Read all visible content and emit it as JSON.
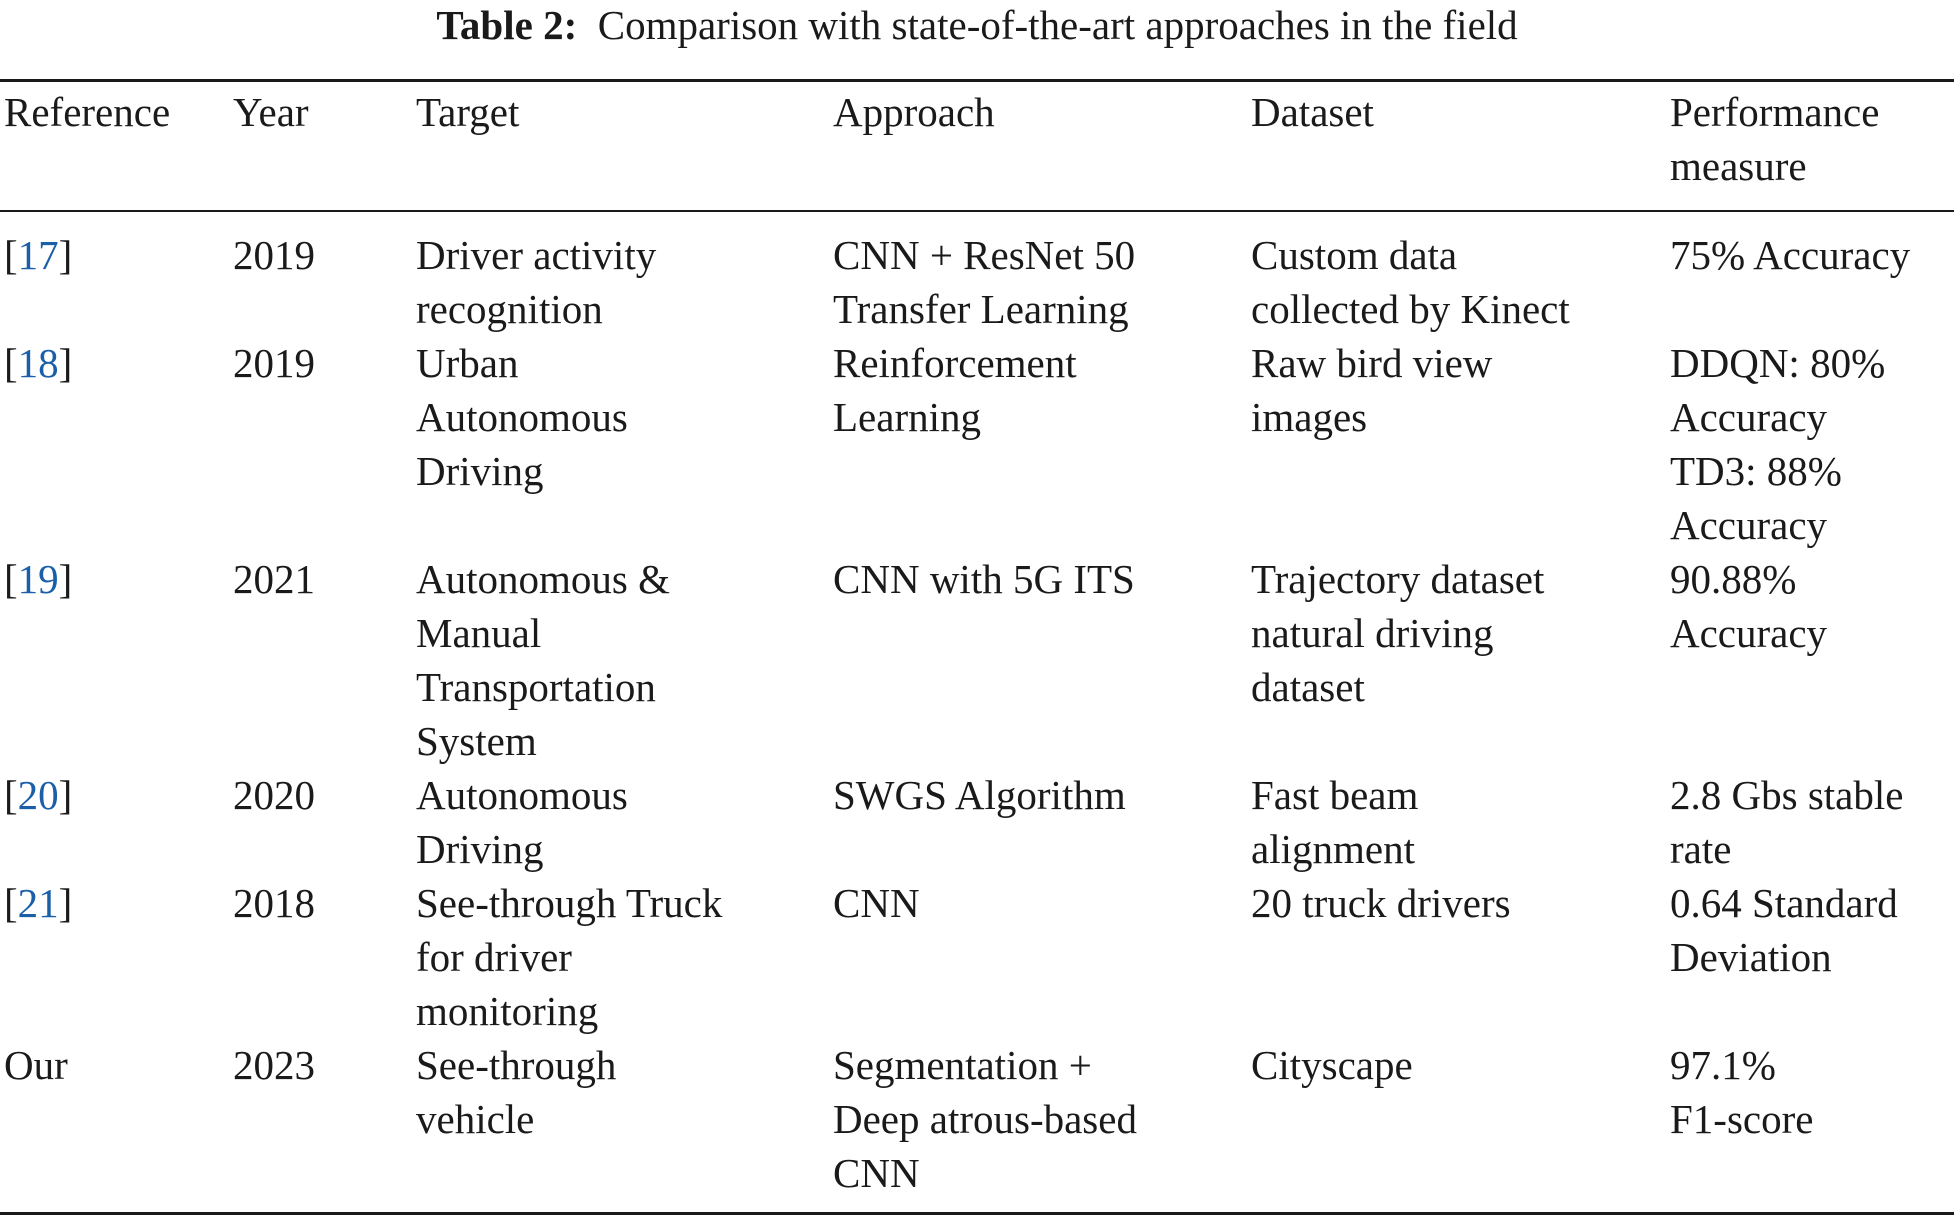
{
  "caption": {
    "label": "Table 2:",
    "text": "Comparison with state-of-the-art approaches in the field"
  },
  "header": {
    "reference": "Reference",
    "year": "Year",
    "target": "Target",
    "approach": "Approach",
    "dataset": "Dataset",
    "performance": "Performance\nmeasure"
  },
  "rows": [
    {
      "ref_open": "[",
      "ref_num": "17",
      "ref_close": "]",
      "year": "2019",
      "target": "Driver activity\nrecognition",
      "approach": "CNN + ResNet 50\nTransfer Learning",
      "dataset": "Custom data\ncollected by Kinect",
      "performance": "75% Accuracy"
    },
    {
      "ref_open": "[",
      "ref_num": "18",
      "ref_close": "]",
      "year": "2019",
      "target": "Urban\nAutonomous\nDriving",
      "approach": "Reinforcement\nLearning",
      "dataset": "Raw bird view\nimages",
      "performance": "DDQN: 80%\nAccuracy\nTD3: 88%\nAccuracy"
    },
    {
      "ref_open": "[",
      "ref_num": "19",
      "ref_close": "]",
      "year": "2021",
      "target": "Autonomous &\nManual\nTransportation\nSystem",
      "approach": "CNN with 5G ITS",
      "dataset": "Trajectory dataset\nnatural driving\ndataset",
      "performance": "90.88%\nAccuracy"
    },
    {
      "ref_open": "[",
      "ref_num": "20",
      "ref_close": "]",
      "year": "2020",
      "target": "Autonomous\nDriving",
      "approach": "SWGS Algorithm",
      "dataset": "Fast beam\nalignment",
      "performance": "2.8 Gbs stable\nrate"
    },
    {
      "ref_open": "[",
      "ref_num": "21",
      "ref_close": "]",
      "year": "2018",
      "target": "See-through Truck\nfor driver\nmonitoring",
      "approach": "CNN",
      "dataset": "20 truck drivers",
      "performance": "0.64 Standard\nDeviation"
    },
    {
      "ref_text": "Our",
      "year": "2023",
      "target": "See-through\nvehicle",
      "approach": "Segmentation +\nDeep atrous-based\nCNN",
      "dataset": "Cityscape",
      "performance": "97.1%\nF1-score"
    }
  ],
  "colors": {
    "text": "#1a1a1a",
    "reference_link": "#1a5fa8",
    "background": "#ffffff"
  }
}
